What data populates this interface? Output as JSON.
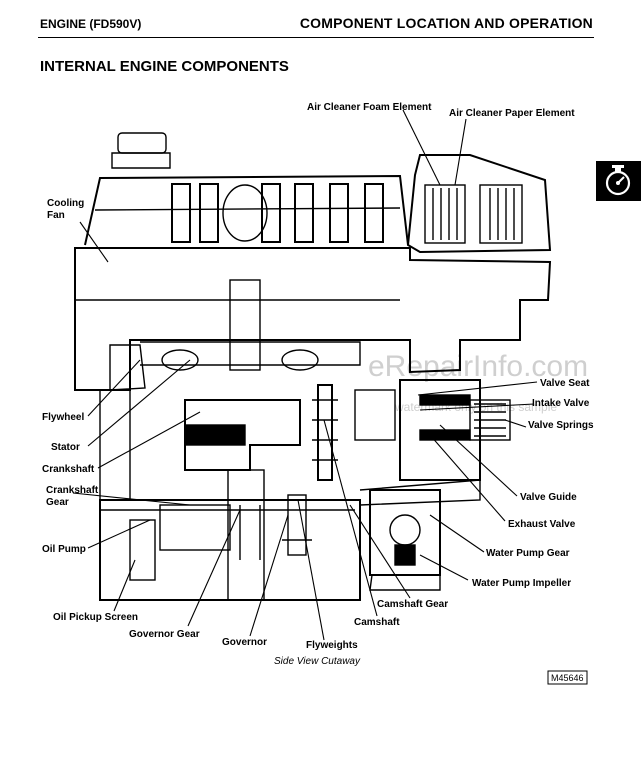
{
  "header": {
    "left": "ENGINE (FD590V)",
    "right": "COMPONENT LOCATION AND OPERATION"
  },
  "section_title": "INTERNAL ENGINE COMPONENTS",
  "side_tab_icon": "engine-oil-can-icon",
  "figure": {
    "labels": {
      "air_cleaner_foam": "Air Cleaner Foam Element",
      "air_cleaner_paper": "Air Cleaner Paper Element",
      "cooling": "Cooling",
      "fan": "Fan",
      "flywheel": "Flywheel",
      "stator": "Stator",
      "crankshaft": "Crankshaft",
      "crankshaft_gear_1": "Crankshaft",
      "crankshaft_gear_2": "Gear",
      "oil_pump": "Oil Pump",
      "oil_pickup": "Oil Pickup Screen",
      "governor_gear": "Governor Gear",
      "governor": "Governor",
      "flyweights": "Flyweights",
      "camshaft": "Camshaft",
      "camshaft_gear": "Camshaft Gear",
      "valve_seat": "Valve Seat",
      "intake_valve": "Intake Valve",
      "valve_springs": "Valve Springs",
      "valve_guide": "Valve Guide",
      "exhaust_valve": "Exhaust Valve",
      "water_pump_gear": "Water Pump Gear",
      "water_pump_impeller": "Water Pump Impeller"
    },
    "caption": "Side View Cutaway",
    "ref_code": "M45646",
    "watermark": "eRepairInfo.com",
    "watermark_sub": "watermark only on this sample"
  }
}
